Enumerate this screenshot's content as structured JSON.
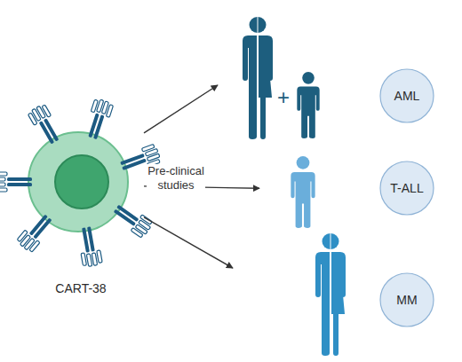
{
  "diagram": {
    "nodes": [
      {
        "text": [
          "CART-38"
        ]
      },
      {
        "text": [
          "AML"
        ]
      },
      {
        "text": [
          "T-ALL"
        ]
      },
      {
        "text": [
          "MM"
        ]
      }
    ],
    "edges": [
      {
        "from": 0,
        "to": 1,
        "arrow": "to"
      },
      {
        "from": 0,
        "to": 2,
        "label": "Pre-clinical studies",
        "arrow": "to"
      },
      {
        "from": 0,
        "to": 3,
        "arrow": "to"
      }
    ],
    "labels": [
      "+"
    ]
  }
}
